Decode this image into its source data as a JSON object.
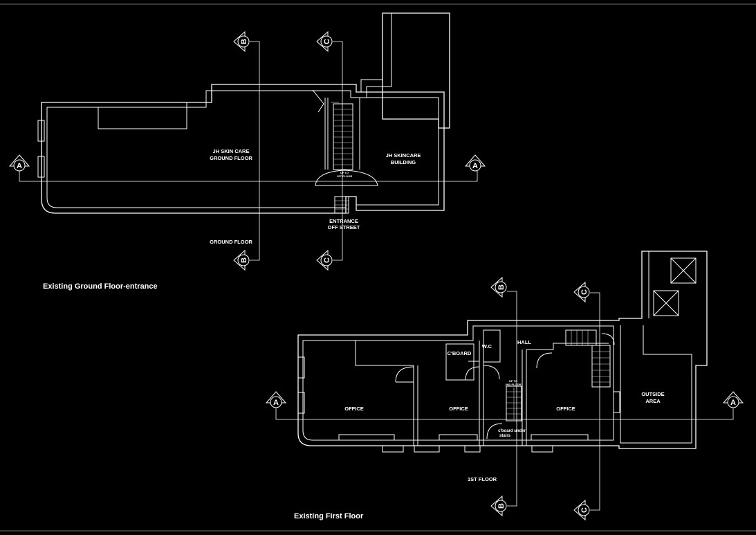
{
  "colors": {
    "background": "#000000",
    "linework": "#ffffff"
  },
  "ground_floor": {
    "title": "Existing Ground Floor-entrance",
    "room_label_line1": "JH SKIN CARE",
    "room_label_line2": "GROUND FLOOR",
    "building_label_line1": "JH SKINCARE",
    "building_label_line2": "BUILDING",
    "stair_label_line1": "UP TO",
    "stair_label_line2": "1ST FLOOR",
    "entrance_line1": "ENTRANCE",
    "entrance_line2": "OFF STREET",
    "floor_tag": "GROUND FLOOR"
  },
  "first_floor": {
    "title": "Existing First Floor",
    "office_1": "OFFICE",
    "office_2": "OFFICE",
    "office_3": "OFFICE",
    "cboard": "C'BOARD",
    "wc": "W.C",
    "hall": "HALL",
    "outside_line1": "OUTSIDE",
    "outside_line2": "AREA",
    "stair_label_line1": "UP TO",
    "stair_label_line2": "2ND FLOOR",
    "under_stairs_line1": "c'board under",
    "under_stairs_line2": "stairs",
    "floor_tag": "1ST FLOOR"
  },
  "section_markers": {
    "a": "A",
    "b": "B",
    "c": "C"
  }
}
